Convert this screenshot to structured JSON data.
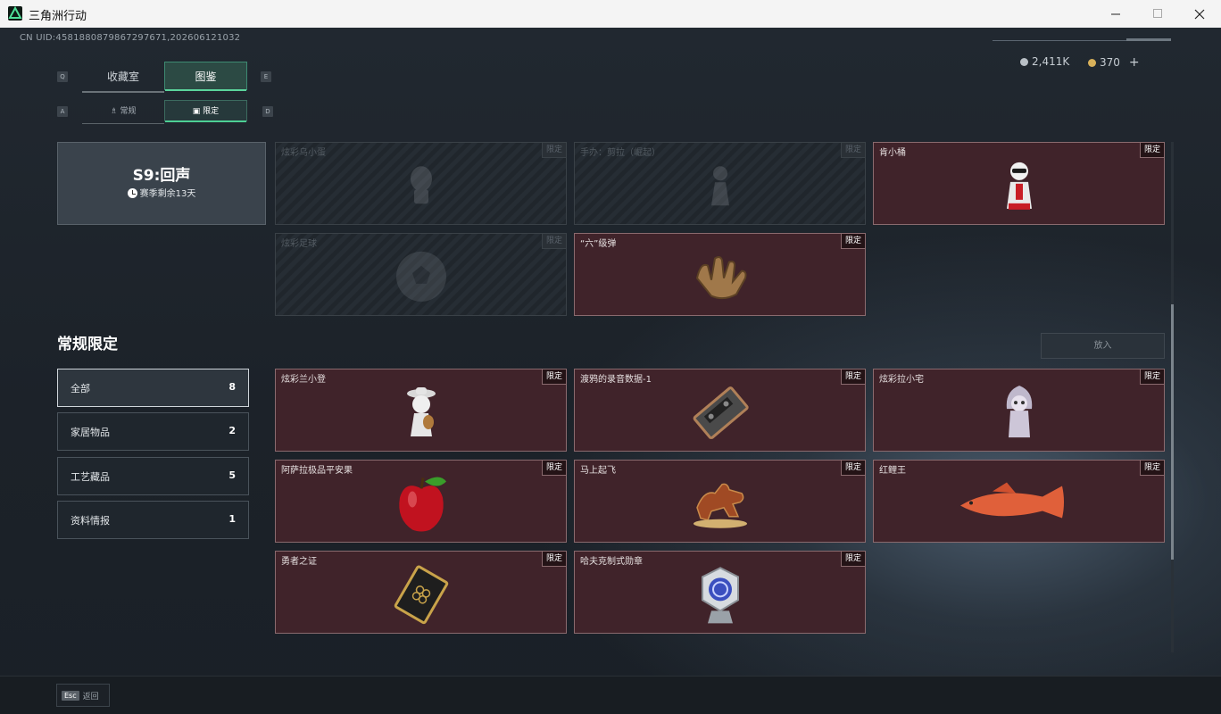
{
  "window": {
    "title": "三角洲行动"
  },
  "header": {
    "uid": "CN UID:4581880879867297671,202606121032",
    "currency": [
      {
        "icon": "silver-coin-icon",
        "value": "2,411K",
        "color": "#b9c0c6"
      },
      {
        "icon": "gold-coin-icon",
        "value": "370",
        "color": "#d8b15a"
      }
    ],
    "add_symbol": "+"
  },
  "tabs": {
    "key_left": "Q",
    "key_right": "E",
    "items": [
      {
        "label": "收藏室"
      },
      {
        "label": "图鉴"
      }
    ],
    "selected": "图鉴"
  },
  "subtabs": {
    "key_left": "A",
    "key_right": "D",
    "items": [
      {
        "label": "常规"
      },
      {
        "label": "限定"
      }
    ],
    "selected": "限定"
  },
  "season": {
    "title": "S9:回声",
    "subtitle": "赛季剩余13天"
  },
  "season_items": [
    {
      "name": "炫彩乌小蛋",
      "tag": "限定",
      "owned": false,
      "icon": "egg-figure-icon"
    },
    {
      "name": "手办：剪拉（崛起）",
      "tag": "限定",
      "owned": false,
      "icon": "figure-icon"
    },
    {
      "name": "肯小桶",
      "tag": "限定",
      "owned": true,
      "icon": "colonel-figure-icon"
    },
    {
      "name": "炫彩足球",
      "tag": "限定",
      "owned": false,
      "icon": "football-icon"
    },
    {
      "name": "“六”级弹",
      "tag": "限定",
      "owned": true,
      "icon": "hand-gesture-icon"
    }
  ],
  "section": {
    "title": "常规限定",
    "sort_label": "放入"
  },
  "filters": [
    {
      "label": "全部",
      "count": "8"
    },
    {
      "label": "家居物品",
      "count": "2"
    },
    {
      "label": "工艺藏品",
      "count": "5"
    },
    {
      "label": "资料情报",
      "count": "1"
    }
  ],
  "regular_items": [
    {
      "name": "炫彩兰小登",
      "tag": "限定",
      "icon": "sombrero-figure-icon"
    },
    {
      "name": "渡鸦的录音数据-1",
      "tag": "限定",
      "icon": "cassette-icon"
    },
    {
      "name": "炫彩拉小宅",
      "tag": "限定",
      "icon": "hooded-figure-icon"
    },
    {
      "name": "阿萨拉极品平安果",
      "tag": "限定",
      "icon": "apple-icon"
    },
    {
      "name": "马上起飞",
      "tag": "限定",
      "icon": "horse-statue-icon"
    },
    {
      "name": "红鲤王",
      "tag": "限定",
      "icon": "carp-icon"
    },
    {
      "name": "勇者之证",
      "tag": "限定",
      "icon": "card-icon"
    },
    {
      "name": "哈夫克制式勋章",
      "tag": "限定",
      "icon": "medal-icon"
    }
  ],
  "footer": {
    "esc_key": "Esc",
    "back_label": "返回"
  }
}
